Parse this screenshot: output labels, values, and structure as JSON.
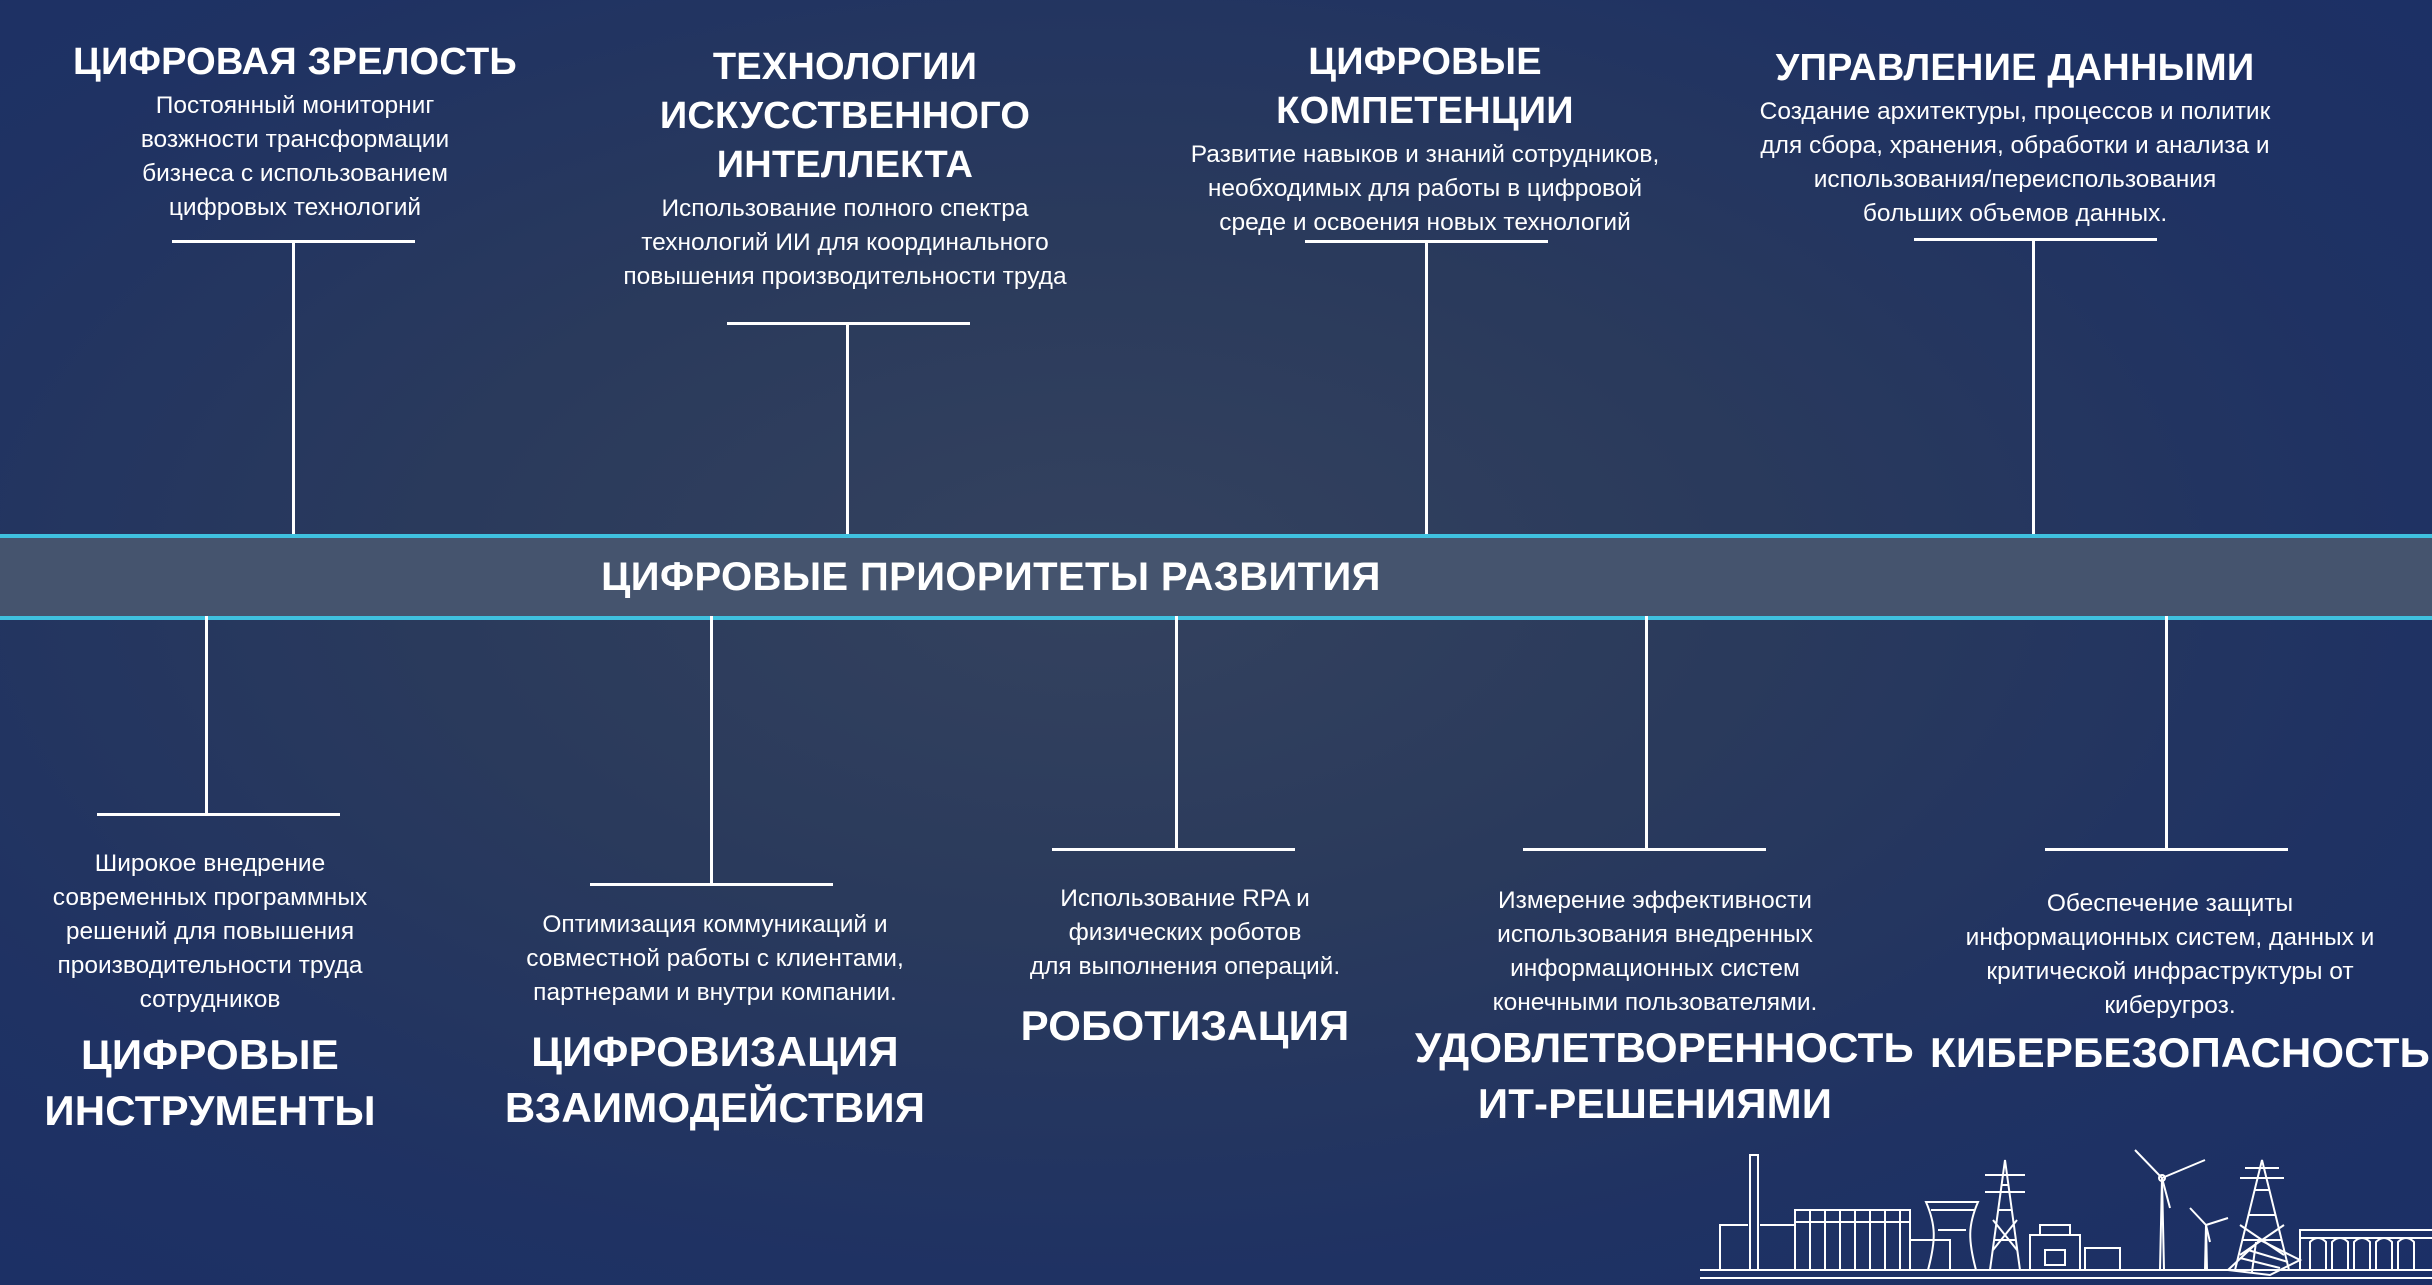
{
  "center_title": "ЦИФРОВЫЕ ПРИОРИТЕТЫ РАЗВИТИЯ",
  "top": [
    {
      "title": "ЦИФРОВАЯ ЗРЕЛОСТЬ",
      "lines": [
        "Постоянный мониторниг",
        "возжности трансформации",
        "бизнеса с использованием",
        "цифровых технологий"
      ]
    },
    {
      "title_lines": [
        "ТЕХНОЛОГИИ",
        "ИСКУССТВЕННОГО",
        "ИНТЕЛЛЕКТА"
      ],
      "lines": [
        "Использование полного спектра",
        "технологий ИИ для координального",
        "повышения производительности труда"
      ]
    },
    {
      "title": "ЦИФРОВЫЕ КОМПЕТЕНЦИИ",
      "lines": [
        "Развитие навыков и знаний сотрудников,",
        "необходимых для работы в цифровой",
        "среде и освоения новых технологий"
      ]
    },
    {
      "title": "УПРАВЛЕНИЕ ДАННЫМИ",
      "lines": [
        "Создание архитектуры, процессов и политик",
        "для сбора, хранения, обработки и анализа и",
        "использования/переиспользования",
        "больших объемов данных."
      ]
    }
  ],
  "bottom": [
    {
      "lines": [
        "Широкое внедрение",
        "современных программных",
        "решений для повышения",
        "производительности труда",
        "сотрудников"
      ],
      "title_lines": [
        "ЦИФРОВЫЕ",
        "ИНСТРУМЕНТЫ"
      ]
    },
    {
      "lines": [
        "Оптимизация коммуникаций и",
        "совместной работы с клиентами,",
        "партнерами и внутри компании."
      ],
      "title_lines": [
        "ЦИФРОВИЗАЦИЯ",
        "ВЗАИМОДЕЙСТВИЯ"
      ]
    },
    {
      "lines": [
        "Использование RPA и",
        "физических роботов",
        "для выполнения операций."
      ],
      "title_lines": [
        "РОБОТИЗАЦИЯ"
      ]
    },
    {
      "lines": [
        "Измерение эффективности",
        "использования внедренных",
        "информационных систем",
        "конечными пользователями."
      ],
      "title_lines": [
        "УДОВЛЕТВОРЕННОСТЬ",
        "ИТ-РЕШЕНИЯМИ"
      ]
    },
    {
      "lines": [
        "Обеспечение защиты",
        "информационных систем, данных и",
        "критической инфраструктуры от",
        "киберугроз."
      ],
      "title_lines": [
        "КИБЕРБЕЗОПАСНОСТЬ"
      ]
    }
  ]
}
